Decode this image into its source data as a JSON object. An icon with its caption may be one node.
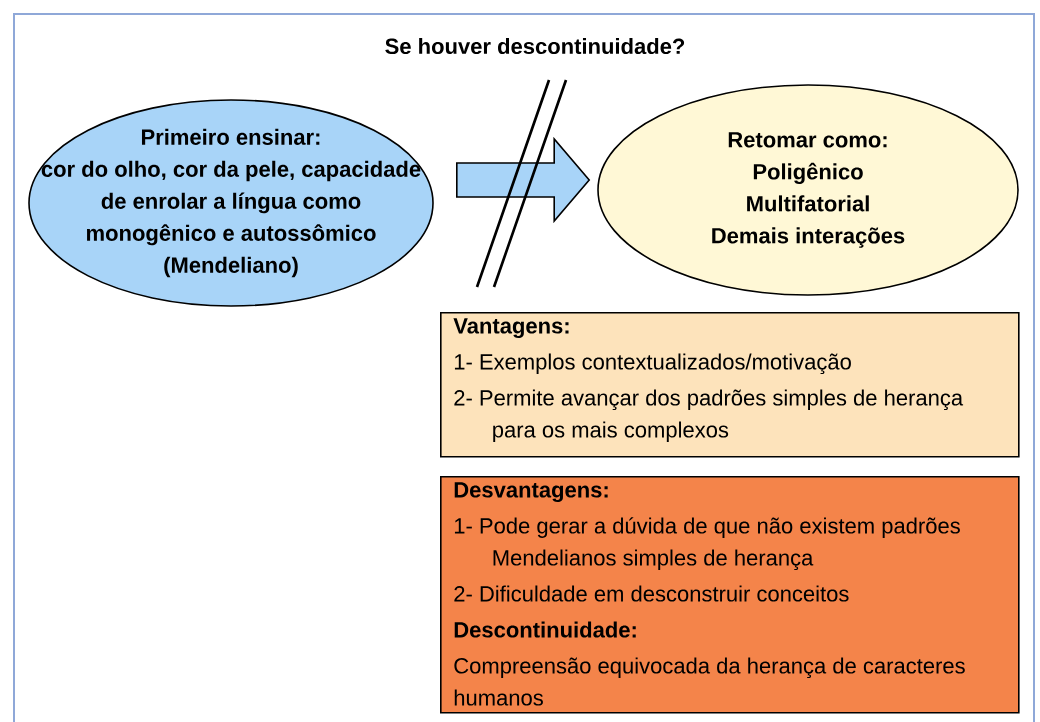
{
  "diagram": {
    "nodes": [
      {
        "text": [
          "Primeiro ensinar:",
          "cor do olho, cor da pele, capacidade de enrolar a língua como monogênico e autossômico (Mendeliano)"
        ]
      },
      {
        "text": [
          "Retomar como:",
          "Poligênico",
          "Multifatorial",
          "Demais interações"
        ]
      },
      {
        "text": [
          "Vantagens:",
          "1- Exemplos contextualizados/motivação",
          "2- Permite avançar dos padrões simples de herança para os mais complexos"
        ]
      },
      {
        "text": [
          "Desvantagens:",
          "1- Pode gerar a dúvida de que não existem padrões Mendelianos simples de herança",
          "2- Dificuldade em desconstruir conceitos",
          "Descontinuidade:",
          "Compreensão equivocada da herança de caracteres humanos"
        ]
      }
    ],
    "edges": [
      {
        "from": 0,
        "to": 1,
        "arrow": "to"
      }
    ],
    "labels": [
      "Se houver descontinuidade?"
    ]
  }
}
